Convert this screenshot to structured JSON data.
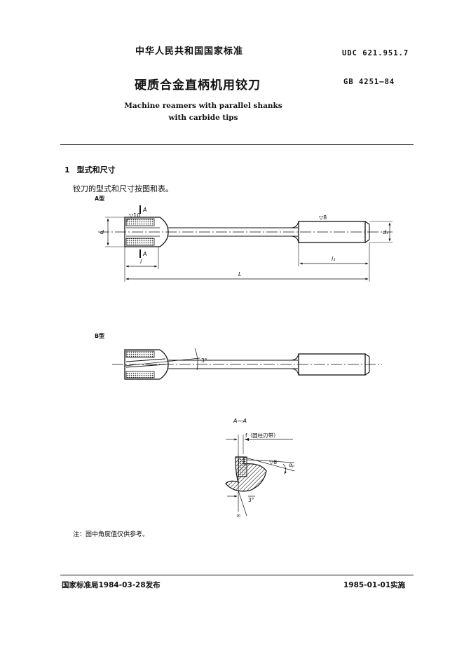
{
  "header": {
    "standard_line": "中华人民共和国国家标准",
    "udc": "UDC 621.951.7",
    "gb": "GB 4251—84",
    "title_cn": "硬质合金直柄机用铰刀",
    "title_en_line1": "Machine reamers with parallel shanks",
    "title_en_line2": "with carbide tips"
  },
  "section": {
    "number": "1",
    "heading": "型式和尺寸",
    "paragraph": "铰刀的型式和尺寸按图和表。"
  },
  "figures": {
    "type_a": {
      "label": "A型",
      "surface_left": "▽10",
      "surface_right": "▽8",
      "section_mark": "A",
      "dim_d": "d",
      "dim_d1": "d₁",
      "dim_l": "l",
      "dim_l1": "l₁",
      "dim_L": "L"
    },
    "type_b": {
      "label": "B型",
      "angle": "3°"
    },
    "section_view": {
      "title": "A—A",
      "land_label": "f（圆柱刃带）",
      "surface": "▽8",
      "angle_ap": "αₚ",
      "angle_3": "3°",
      "infinity": "∞"
    }
  },
  "note": "注：图中角度值仅供参考。",
  "footer": {
    "left": "国家标准局1984-03-28发布",
    "right": "1985-01-01实施"
  }
}
